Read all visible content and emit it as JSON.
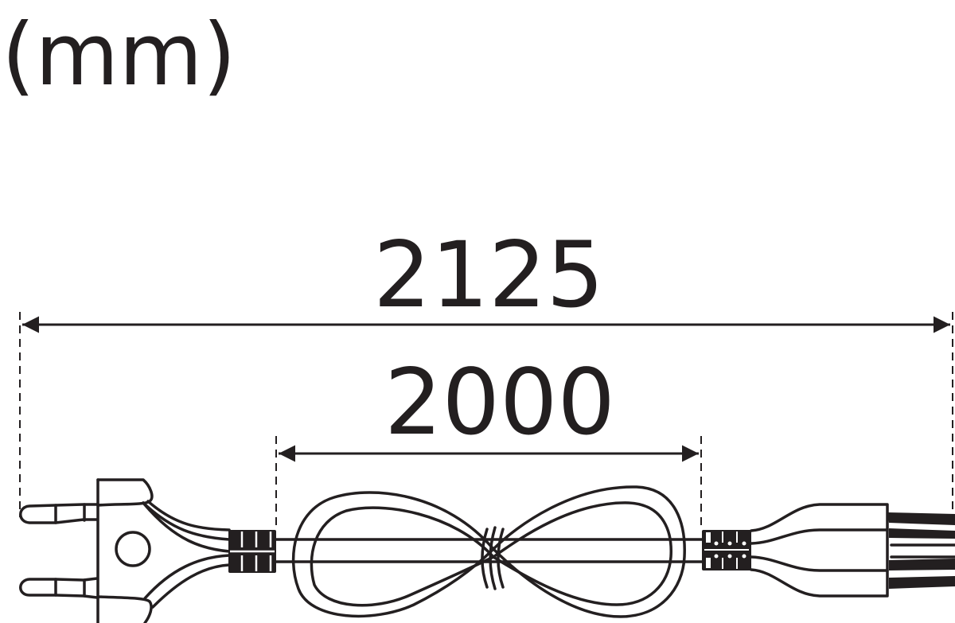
{
  "unit_label": "(mm)",
  "dimensions": {
    "overall_length": "2125",
    "cable_length": "2000"
  },
  "colors": {
    "line": "#231f20",
    "background": "#ffffff"
  }
}
